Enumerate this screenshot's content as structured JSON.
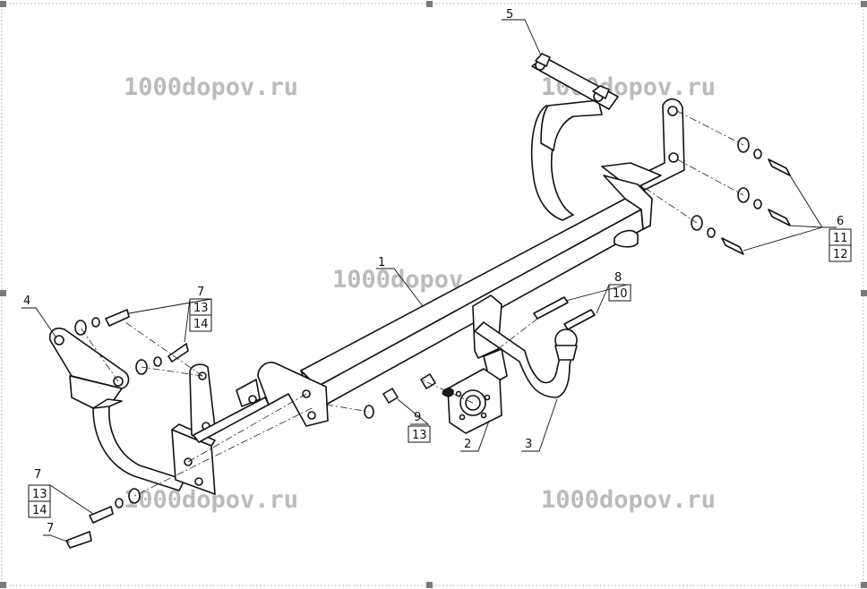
{
  "watermarks": [
    "1000dopov.ru",
    "1000dopov.ru",
    "1000dopov.ru",
    "1000dopov.ru",
    "1000dopov.ru"
  ],
  "callouts": {
    "c1": "1",
    "c2": "2",
    "c3": "3",
    "c4": "4",
    "c5": "5",
    "c6": "6",
    "c6b": "11",
    "c6c": "12",
    "c7a": "7",
    "c7a_b": "13",
    "c7a_c": "14",
    "c7b": "7",
    "c7b_b": "13",
    "c7b_c": "14",
    "c7c": "7",
    "c8": "8",
    "c8b": "10",
    "c9": "9",
    "c9b": "13"
  },
  "colors": {
    "line": "#111111",
    "watermark": "#b8b8b8",
    "frame": "#b9b9b9"
  }
}
